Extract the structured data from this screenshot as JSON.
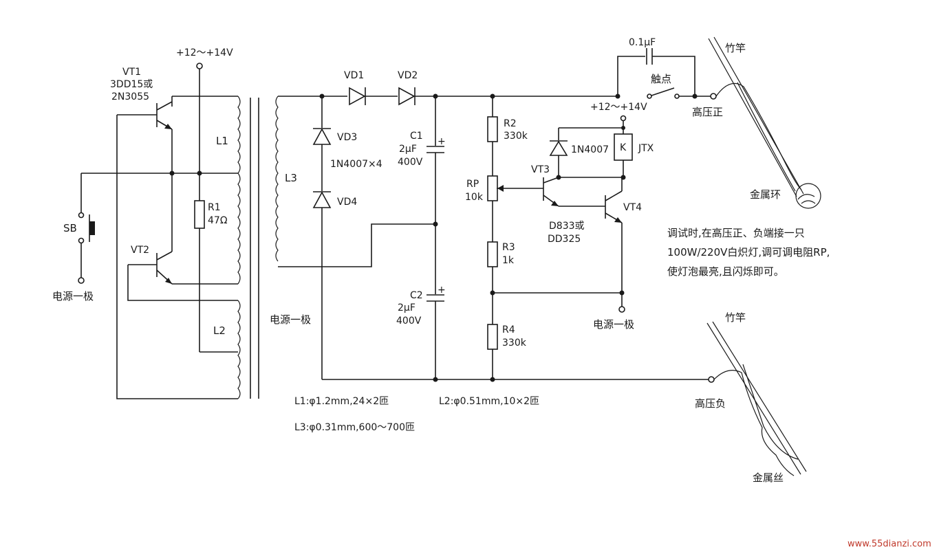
{
  "labels": {
    "supply_top": "+12～+14V",
    "vt1_name": "VT1",
    "vt1_type1": "3DD15或",
    "vt1_type2": "2N3055",
    "vt2_name": "VT2",
    "l1": "L1",
    "l2": "L2",
    "l3": "L3",
    "r1_name": "R1",
    "r1_value": "47Ω",
    "sb": "SB",
    "neg_left": "电源一极",
    "neg_mid": "电源一极",
    "neg_right": "电源一极",
    "vd1": "VD1",
    "vd2": "VD2",
    "vd3": "VD3",
    "vd4": "VD4",
    "diode_type": "1N4007×4",
    "c1_name": "C1",
    "c1_cap": "2μF",
    "c1_volt": "400V",
    "c2_name": "C2",
    "c2_cap": "2μF",
    "c2_volt": "400V",
    "r2_name": "R2",
    "r2_value": "330k",
    "rp_name": "RP",
    "rp_value": "10k",
    "r3_name": "R3",
    "r3_value": "1k",
    "r4_name": "R4",
    "r4_value": "330k",
    "vt3": "VT3",
    "vt4": "VT4",
    "transistor_type1": "D833或",
    "transistor_type2": "DD325",
    "relay_diode": "1N4007",
    "relay_k": "K",
    "relay_name": "JTX",
    "supply_relay": "+12～+14V",
    "cap_top": "0.1μF",
    "contact": "触点",
    "hv_pos": "高压正",
    "hv_neg": "高压负",
    "pole_top": "竹竿",
    "pole_bottom": "竹竿",
    "metal_ring": "金属环",
    "metal_wire": "金属丝",
    "spec_l1": "L1:φ1.2mm,24×2匝",
    "spec_l2": "L2:φ0.51mm,10×2匝",
    "spec_l3": "L3:φ0.31mm,600～700匝",
    "note_line1": "调试时,在高压正、负端接一只",
    "note_line2": "100W/220V白炽灯,调可调电阻RP,",
    "note_line3": "使灯泡最亮,且闪烁即可。",
    "watermark": "www.55dianzi.com"
  }
}
